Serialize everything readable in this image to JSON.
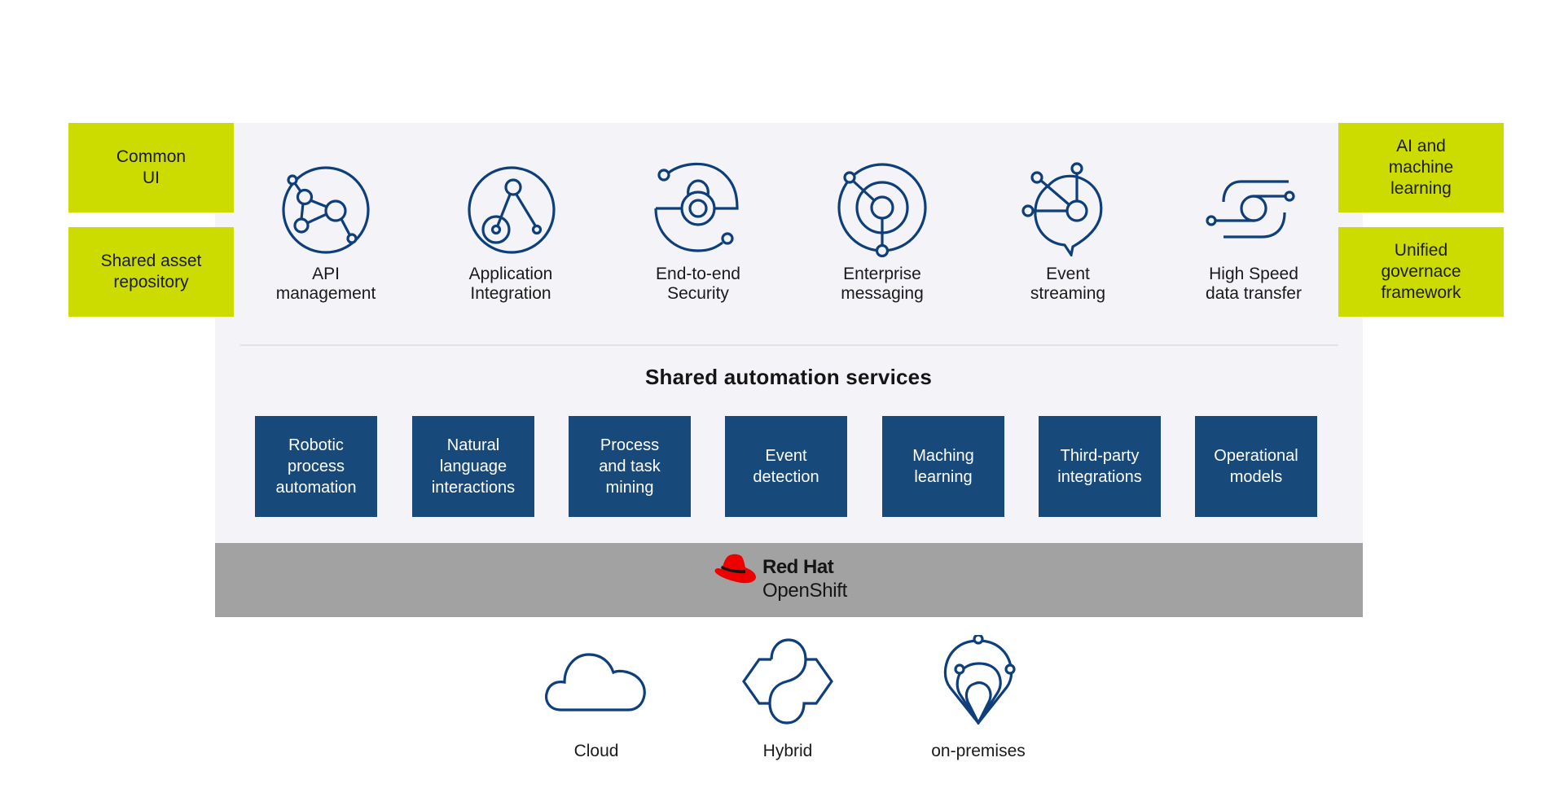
{
  "left_boxes": [
    {
      "label": "Common\nUI"
    },
    {
      "label": "Shared asset\nrepository"
    }
  ],
  "right_boxes": [
    {
      "label": "AI and\nmachine\nlearning"
    },
    {
      "label": "Unified\ngovernace\nframework"
    }
  ],
  "capabilities": [
    {
      "label": "API\nmanagement",
      "icon": "api-network-icon"
    },
    {
      "label": "Application\nIntegration",
      "icon": "integration-tree-icon"
    },
    {
      "label": "End-to-end\nSecurity",
      "icon": "lock-security-icon"
    },
    {
      "label": "Enterprise\nmessaging",
      "icon": "target-messaging-icon"
    },
    {
      "label": "Event\nstreaming",
      "icon": "chat-stream-icon"
    },
    {
      "label": "High Speed\ndata transfer",
      "icon": "transfer-loop-icon"
    }
  ],
  "services": {
    "title": "Shared automation services",
    "items": [
      {
        "label": "Robotic\nprocess\nautomation"
      },
      {
        "label": "Natural\nlanguage\ninteractions"
      },
      {
        "label": "Process\nand task\nmining"
      },
      {
        "label": "Event\ndetection"
      },
      {
        "label": "Maching\nlearning"
      },
      {
        "label": "Third-party\nintegrations"
      },
      {
        "label": "Operational\nmodels"
      }
    ]
  },
  "platform": {
    "brand": "Red Hat",
    "product": "OpenShift",
    "icon": "red-hat-fedora-icon"
  },
  "deployment": [
    {
      "label": "Cloud",
      "icon": "cloud-icon"
    },
    {
      "label": "Hybrid",
      "icon": "hybrid-icon"
    },
    {
      "label": "on-premises",
      "icon": "location-pin-icon"
    }
  ],
  "colors": {
    "accent_green": "#cddc00",
    "service_blue": "#17497b",
    "icon_blue": "#0e3f7a",
    "panel_bg": "#f4f4f8",
    "platform_gray": "#a2a2a2",
    "red_hat_red": "#ee0000"
  }
}
